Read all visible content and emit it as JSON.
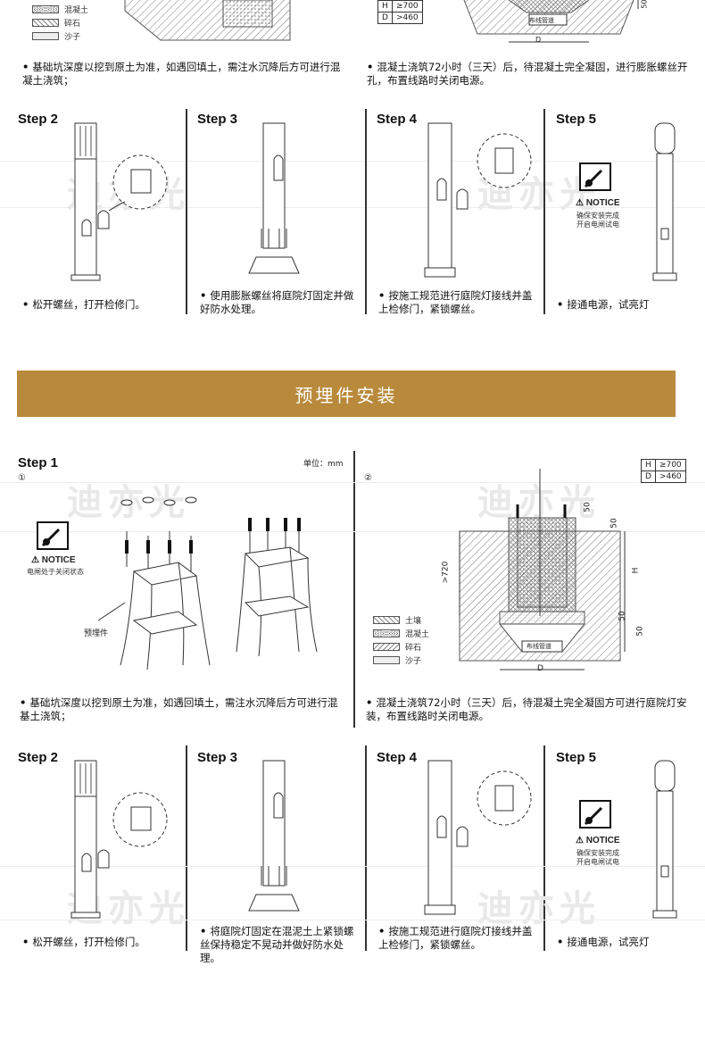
{
  "top": {
    "legend": [
      {
        "label": "混凝土",
        "pattern": "dots"
      },
      {
        "label": "碎石",
        "pattern": "cross"
      },
      {
        "label": "沙子",
        "pattern": "sand"
      }
    ],
    "hd_table": [
      [
        "H",
        "≥700"
      ],
      [
        "D",
        ">460"
      ]
    ],
    "dim_50": "50",
    "wiring": "布线管道",
    "d_label": "D",
    "caption_left": "基础坑深度以挖到原土为准，如遇回填土，需注水沉降后方可进行混凝土浇筑；",
    "caption_right": "混凝土浇筑72小时（三天）后，待混凝土完全凝固，进行膨胀螺丝开孔，布置线路时关闭电源。"
  },
  "steps_a": [
    {
      "title": "Step 2",
      "caption": "松开螺丝，打开检修门。"
    },
    {
      "title": "Step 3",
      "caption": "使用膨胀螺丝将庭院灯固定并做好防水处理。"
    },
    {
      "title": "Step 4",
      "caption": "按施工规范进行庭院灯接线并盖上检修门，紧锁螺丝。"
    },
    {
      "title": "Step 5",
      "caption": "接通电源，试亮灯"
    }
  ],
  "notice": {
    "label": "NOTICE",
    "sub_a": "确保安装完成\n开启电闸试电",
    "sub_b": "电闸处于关闭状态"
  },
  "watermark": "迪亦光",
  "banner": "预埋件安装",
  "section_b": {
    "step1_title": "Step 1",
    "unit": "单位：mm",
    "circle1": "①",
    "circle2": "②",
    "embed_label": "预埋件",
    "legend": [
      {
        "label": "土壤",
        "pattern": "hatch"
      },
      {
        "label": "混凝土",
        "pattern": "dots"
      },
      {
        "label": "碎石",
        "pattern": "cross"
      },
      {
        "label": "沙子",
        "pattern": "sand"
      }
    ],
    "hd_table": [
      [
        "H",
        "≥700"
      ],
      [
        "D",
        ">460"
      ]
    ],
    "dims": {
      "d50a": "50",
      "d50b": "50",
      "d720": ">720",
      "h": "H",
      "d50c": "50",
      "d50d": "50",
      "d": "D",
      "wiring": "布线管道"
    },
    "caption_left": "基础坑深度以挖到原土为准，如遇回填土，需注水沉降后方可进行混基土浇筑；",
    "caption_right": "混凝土浇筑72小时（三天）后，待混凝土完全凝固方可进行庭院灯安装，布置线路时关闭电源。"
  },
  "steps_b": [
    {
      "title": "Step 2",
      "caption": "松开螺丝，打开检修门。"
    },
    {
      "title": "Step 3",
      "caption": "将庭院灯固定在混泥土上紧锁螺丝保持稳定不晃动并做好防水处理。"
    },
    {
      "title": "Step 4",
      "caption": "按施工规范进行庭院灯接线并盖上检修门，紧锁螺丝。"
    },
    {
      "title": "Step 5",
      "caption": "接通电源，试亮灯"
    }
  ],
  "colors": {
    "banner": "#b98a3c",
    "line": "#333333"
  }
}
